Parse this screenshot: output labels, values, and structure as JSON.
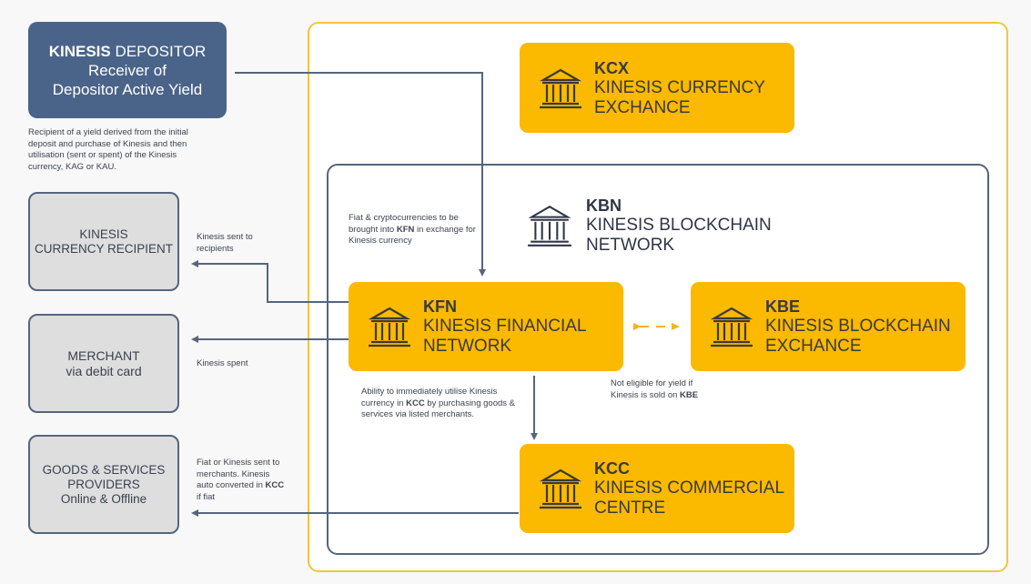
{
  "colors": {
    "depositor_fill": "#4a6388",
    "entity_fill": "#fbb900",
    "recipient_fill": "#dedede",
    "outline_navy": "#55657e",
    "outer_frame": "#f2c53d"
  },
  "depositor": {
    "title_bold": "KINESIS",
    "title_rest": " DEPOSITOR",
    "subtitle_line1": "Receiver of",
    "subtitle_line2": "Depositor Active Yield",
    "note": "Recipient of a yield derived from the initial deposit and purchase of Kinesis and then utilisation (sent or spent) of the Kinesis currency, KAG or KAU."
  },
  "recipients": [
    {
      "line1": "KINESIS",
      "line2": "CURRENCY RECIPIENT",
      "line3": ""
    },
    {
      "line1": "MERCHANT",
      "line2": "via debit card",
      "line3": ""
    },
    {
      "line1": "GOODS & SERVICES",
      "line2": "PROVIDERS",
      "line3": "Online & Offline"
    }
  ],
  "entities": {
    "kcx": {
      "code": "KCX",
      "name_line1": "KINESIS CURRENCY",
      "name_line2": "EXCHANCE",
      "icon": "bank-building-icon"
    },
    "kbn": {
      "code": "KBN",
      "name_line1": "KINESIS BLOCKCHAIN",
      "name_line2": "NETWORK",
      "icon": "bank-building-icon"
    },
    "kfn": {
      "code": "KFN",
      "name_line1": "KINESIS FINANCIAL",
      "name_line2": "NETWORK",
      "icon": "bank-building-icon"
    },
    "kbe": {
      "code": "KBE",
      "name_line1": "KINESIS BLOCKCHAIN",
      "name_line2": "EXCHANCE",
      "icon": "bank-building-icon"
    },
    "kcc": {
      "code": "KCC",
      "name_line1": "KINESIS COMMERCIAL",
      "name_line2": "CENTRE",
      "icon": "bank-building-icon"
    }
  },
  "flow_notes": {
    "fiat_in": {
      "pre": "Fiat & cryptocurrencies to be brought into ",
      "bold": "KFN",
      "post": " in exchange for Kinesis currency"
    },
    "sent_to_recipients": {
      "text": "Kinesis sent to recipients"
    },
    "spent": {
      "text": "Kinesis spent"
    },
    "kcc_utilise": {
      "pre": "Ability to immediately utilise Kinesis currency in ",
      "bold": "KCC",
      "post": " by purchasing goods & services via listed merchants."
    },
    "not_eligible": {
      "pre": "Not eligible for yield if Kinesis is sold on ",
      "bold": "KBE",
      "post": ""
    },
    "fiat_to_merchants": {
      "pre": "Fiat or Kinesis sent to merchants. Kinesis auto converted in ",
      "bold": "KCC",
      "post": " if fiat"
    }
  }
}
